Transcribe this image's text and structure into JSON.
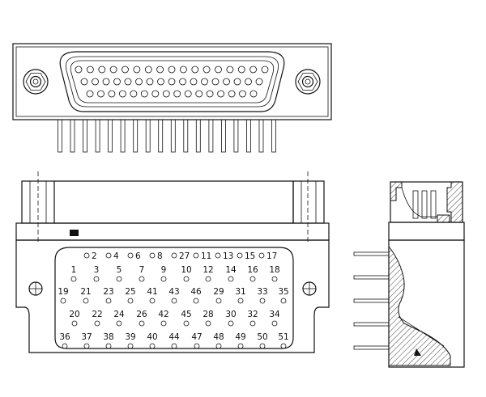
{
  "drawing": {
    "front_view": {
      "top_row_labels": [
        "2",
        "4",
        "6",
        "8",
        "27",
        "11",
        "13",
        "15",
        "17"
      ],
      "rows": [
        [
          "1",
          "3",
          "5",
          "7",
          "9",
          "10",
          "12",
          "14",
          "16",
          "18"
        ],
        [
          "19",
          "21",
          "23",
          "25",
          "41",
          "43",
          "46",
          "29",
          "31",
          "33",
          "35"
        ],
        [
          "20",
          "22",
          "24",
          "26",
          "42",
          "45",
          "28",
          "30",
          "32",
          "34"
        ],
        [
          "36",
          "37",
          "38",
          "39",
          "40",
          "44",
          "47",
          "48",
          "49",
          "50",
          "51"
        ]
      ]
    },
    "top_view": {
      "pin_rows": [
        17,
        17,
        16
      ]
    },
    "side_view": {
      "leads": 5
    }
  }
}
